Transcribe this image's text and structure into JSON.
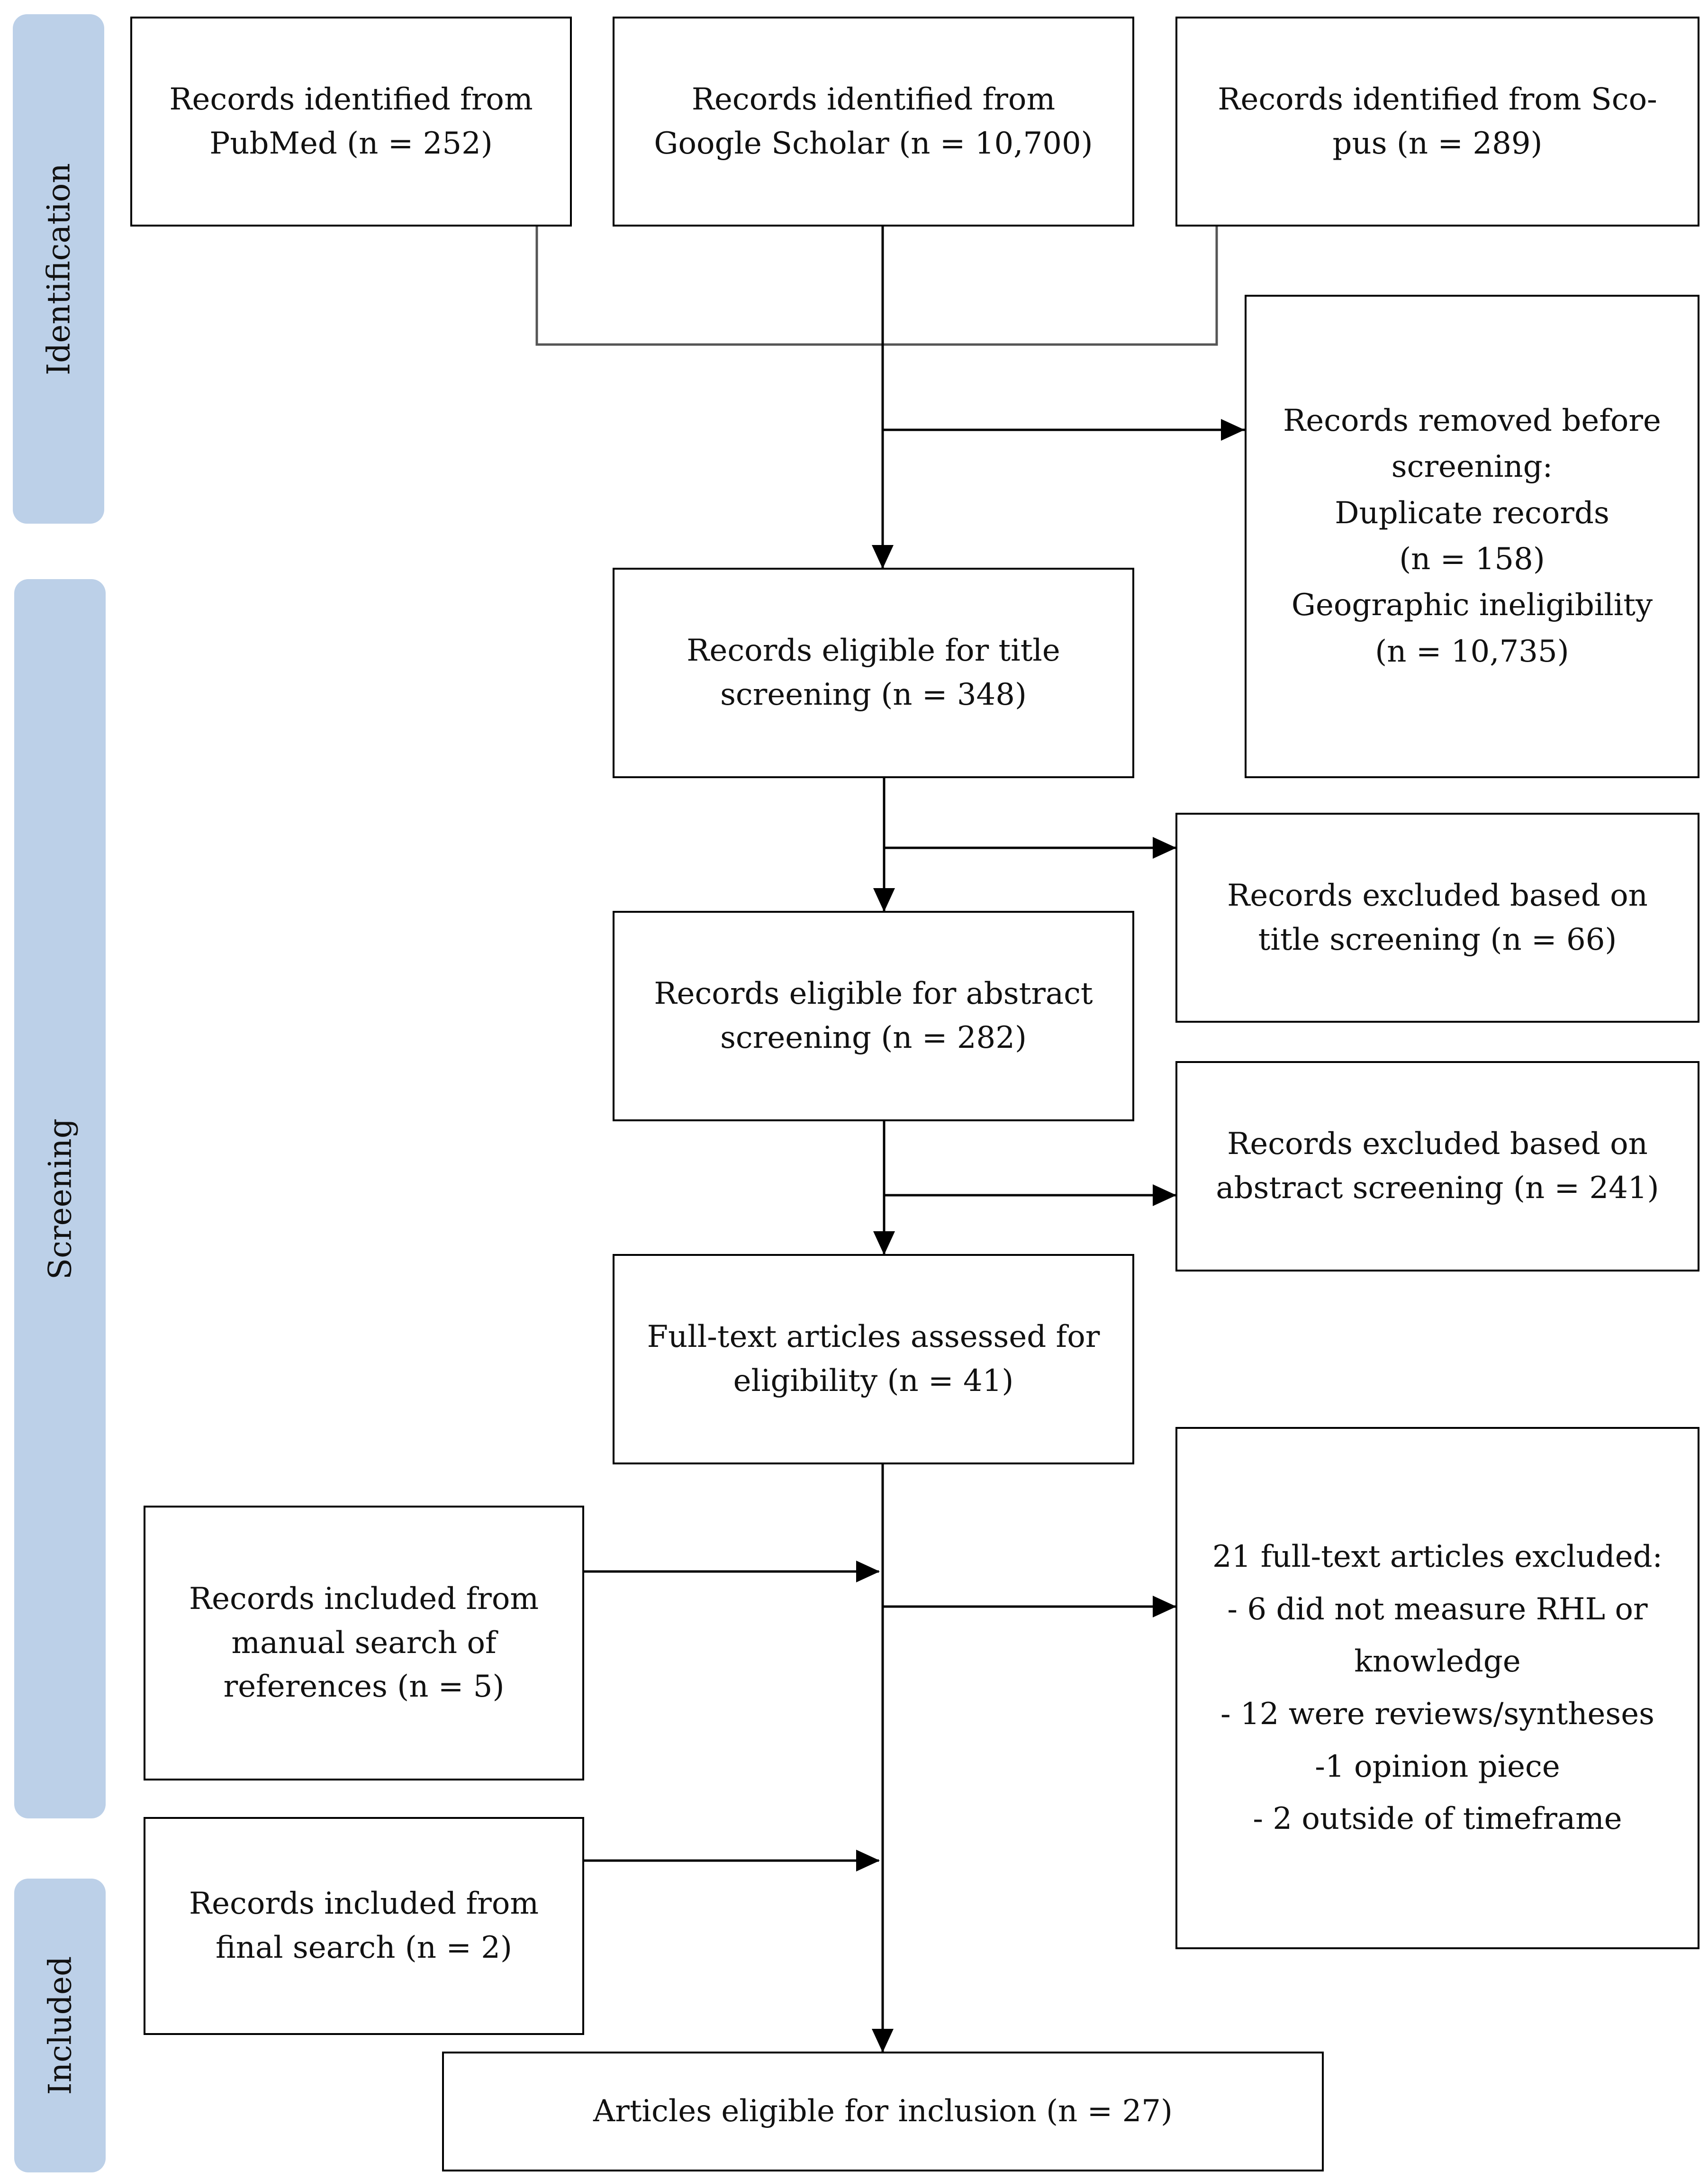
{
  "phases": {
    "identification": "Identification",
    "screening": "Screening",
    "included": "Included"
  },
  "boxes": {
    "pubmed": [
      "Records identified from",
      "PubMed (n = 252)"
    ],
    "google_scholar": [
      "Records identified from",
      "Google Scholar (n = 10,700)"
    ],
    "scopus": [
      "Records identified from Sco-",
      "pus (n = 289)"
    ],
    "removed_before_screening": [
      "Records removed before",
      "screening:",
      "Duplicate records",
      "(n = 158)",
      "Geographic ineligibility",
      "(n = 10,735)"
    ],
    "title_screening": [
      "Records eligible for title",
      "screening (n = 348)"
    ],
    "excluded_title": [
      "Records excluded based on",
      "title screening (n = 66)"
    ],
    "abstract_screening": [
      "Records eligible for abstract",
      "screening (n = 282)"
    ],
    "excluded_abstract": [
      "Records excluded based on",
      "abstract screening (n = 241)"
    ],
    "full_text": [
      "Full-text articles assessed for",
      "eligibility (n = 41)"
    ],
    "full_text_excluded": [
      "21 full-text articles excluded:",
      "- 6 did not measure RHL or",
      "knowledge",
      "- 12 were reviews/syntheses",
      "-1 opinion piece",
      "- 2 outside of timeframe"
    ],
    "manual_search": [
      "Records included from",
      "manual search of",
      "references (n = 5)"
    ],
    "final_search": [
      "Records included from",
      "final search (n = 2)"
    ],
    "included": [
      "Articles eligible for inclusion (n = 27)"
    ]
  }
}
